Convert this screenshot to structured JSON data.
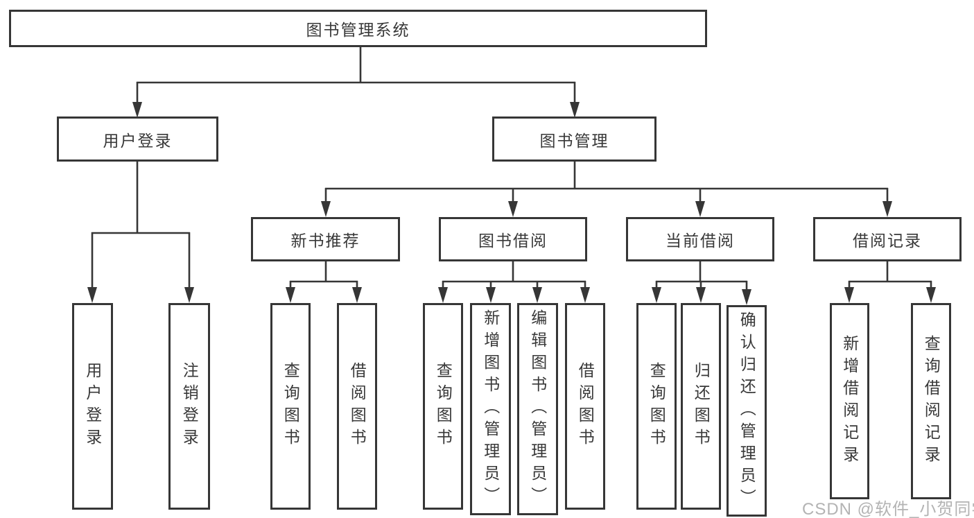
{
  "diagram": {
    "tree": {
      "label": "图书管理系统",
      "children": [
        {
          "label": "用户登录",
          "children": [
            {
              "label": "用户登录"
            },
            {
              "label": "注销登录"
            }
          ]
        },
        {
          "label": "图书管理",
          "children": [
            {
              "label": "新书推荐",
              "children": [
                {
                  "label": "查询图书"
                },
                {
                  "label": "借阅图书"
                }
              ]
            },
            {
              "label": "图书借阅",
              "children": [
                {
                  "label": "查询图书"
                },
                {
                  "label": "新增图书（管理员）"
                },
                {
                  "label": "编辑图书（管理员）"
                },
                {
                  "label": "借阅图书"
                }
              ]
            },
            {
              "label": "当前借阅",
              "children": [
                {
                  "label": "查询图书"
                },
                {
                  "label": "归还图书"
                },
                {
                  "label": "确认归还（管理员）"
                }
              ]
            },
            {
              "label": "借阅记录",
              "children": [
                {
                  "label": "新增借阅记录"
                },
                {
                  "label": "查询借阅记录"
                }
              ]
            }
          ]
        }
      ]
    },
    "colors": {
      "line": "#363636",
      "text": "#383838",
      "watermark": "#b3b3b3"
    }
  },
  "watermark": "CSDN @软件_小贺同学"
}
